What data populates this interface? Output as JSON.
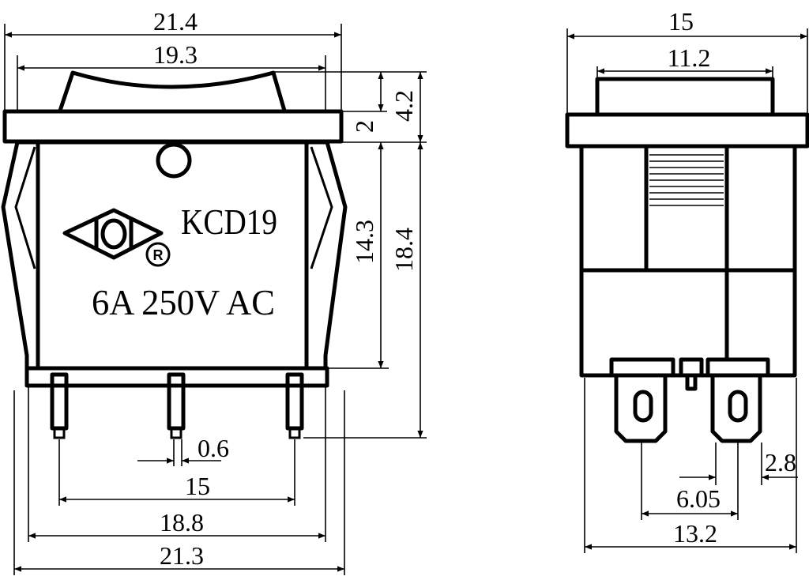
{
  "front_view": {
    "dims": {
      "overall_width": "21.4",
      "inner_width": "19.3",
      "rocker_height": "4.2",
      "flange_thickness": "2",
      "body_height": "14.3",
      "total_height": "18.4",
      "pin_width": "0.6",
      "pin_pitch": "15",
      "clip_width": "18.8",
      "bottom_width": "21.3"
    },
    "marking": {
      "model": "KCD19",
      "rating": "6A 250V AC",
      "registered": "R"
    }
  },
  "side_view": {
    "dims": {
      "overall_width": "15",
      "rocker_width": "11.2",
      "tab_width": "2.8",
      "tab_offset": "6.05",
      "terminal_span": "13.2"
    }
  }
}
